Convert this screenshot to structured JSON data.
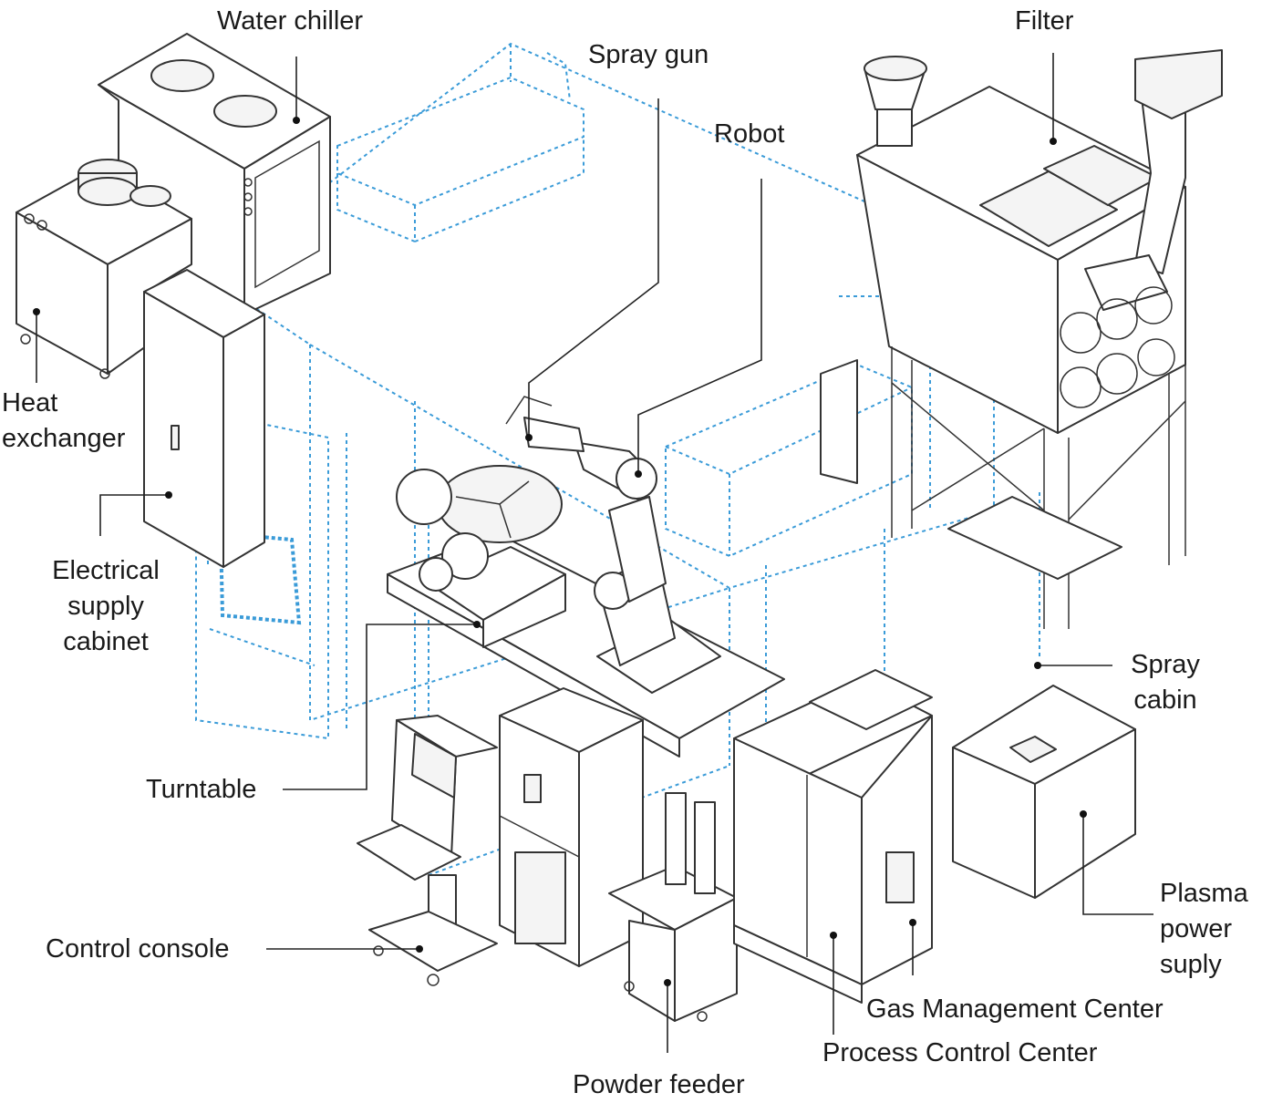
{
  "labels": {
    "water_chiller": "Water chiller",
    "spray_gun": "Spray gun",
    "robot": "Robot",
    "filter": "Filter",
    "heat_exchanger": [
      "Heat",
      "exchanger"
    ],
    "electrical_supply_cabinet": [
      "Electrical",
      "supply",
      "cabinet"
    ],
    "spray_cabin": [
      "Spray",
      "cabin"
    ],
    "turntable": "Turntable",
    "control_console": "Control console",
    "plasma_power_supply": [
      "Plasma",
      "power",
      "suply"
    ],
    "gas_management_center": "Gas Management Center",
    "process_control_center": "Process Control Center",
    "powder_feeder": "Powder feeder"
  },
  "colors": {
    "outline": "#333333",
    "cabin_dashed": "#3a9bd8",
    "text": "#1a1a1a",
    "background": "#ffffff"
  }
}
